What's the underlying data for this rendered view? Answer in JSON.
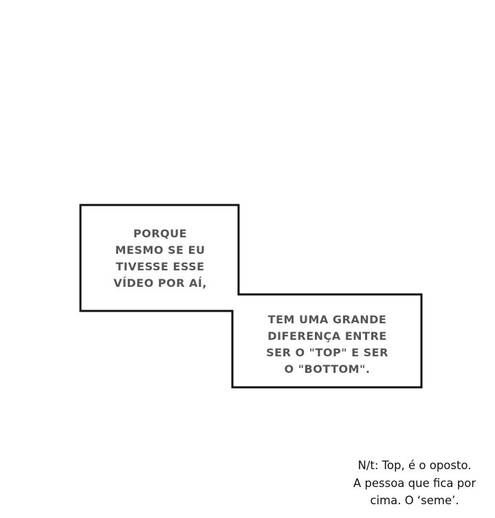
{
  "caption_1": {
    "lines": [
      "PORQUE",
      "MESMO SE EU",
      "TIVESSE ESSE",
      "VÍDEO POR AÍ,"
    ]
  },
  "caption_2": {
    "lines": [
      "TEM UMA GRANDE",
      "DIFERENÇA ENTRE",
      "SER O \"TOP\" E SER",
      "O \"BOTTOM\"."
    ]
  },
  "translator_note": {
    "lines": [
      "N/t: Top, é o oposto.",
      "A pessoa que fica por",
      "cima. O ‘seme’."
    ]
  }
}
